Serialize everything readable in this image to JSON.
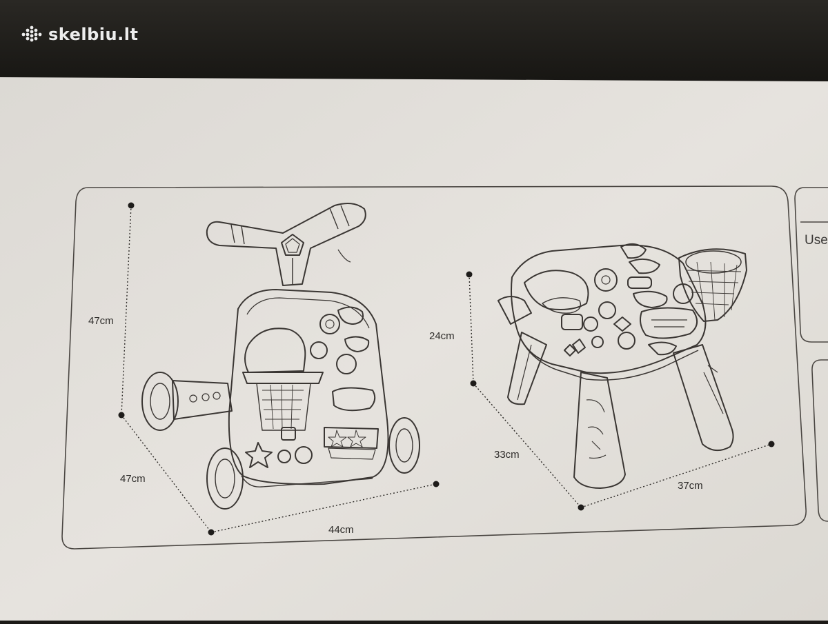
{
  "watermark": {
    "text": "skelbiu.lt",
    "icon": "dots-logo-icon"
  },
  "walker": {
    "height_label": "47cm",
    "depth_label": "47cm",
    "width_label": "44cm"
  },
  "table": {
    "height_label": "24cm",
    "depth_label": "33cm",
    "width_label": "37cm"
  },
  "side_panel": {
    "text": "Use"
  },
  "colors": {
    "background": "#1c1a17",
    "paper": "#e7e4df",
    "line": "#3a3633",
    "watermark": "#ffffff"
  }
}
